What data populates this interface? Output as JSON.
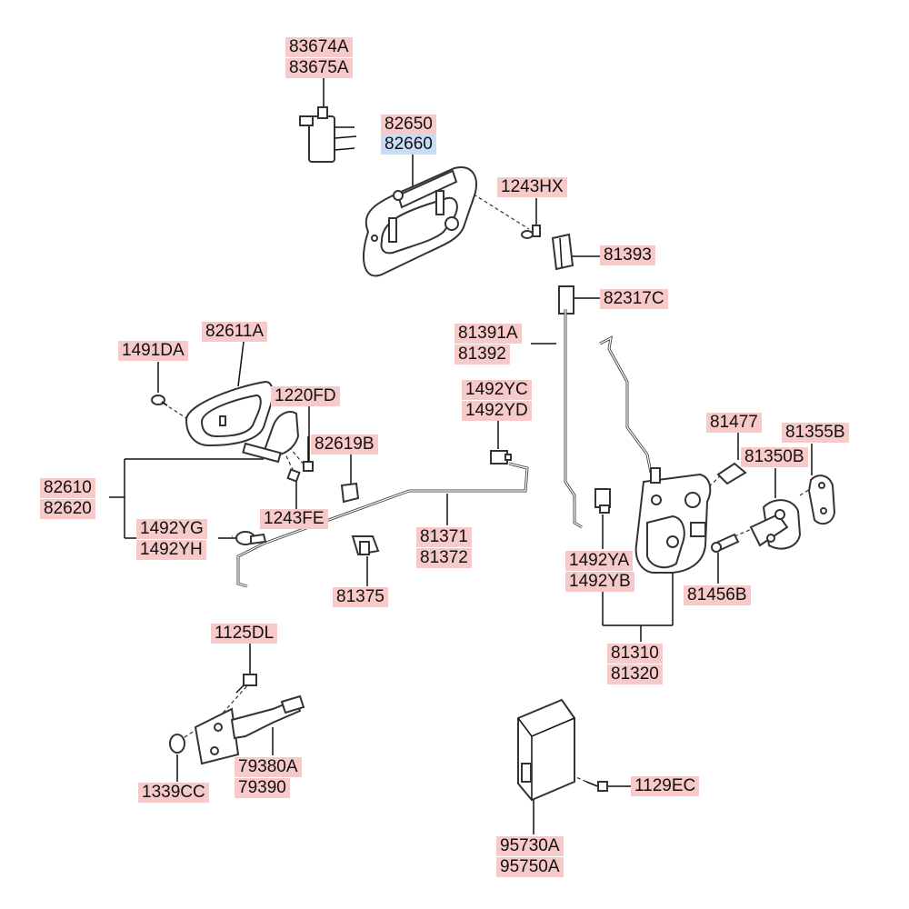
{
  "labels": {
    "p83674A": "83674A",
    "p83675A": "83675A",
    "p82650": "82650",
    "p82660": "82660",
    "p1243HX": "1243HX",
    "p81393": "81393",
    "p82317C": "82317C",
    "p81391A": "81391A",
    "p81392": "81392",
    "p82611A": "82611A",
    "p1491DA": "1491DA",
    "p1220FD": "1220FD",
    "p1492YC": "1492YC",
    "p1492YD": "1492YD",
    "p82619B": "82619B",
    "p82610": "82610",
    "p82620": "82620",
    "p1243FE": "1243FE",
    "p1492YG": "1492YG",
    "p1492YH": "1492YH",
    "p81371": "81371",
    "p81372": "81372",
    "p81375": "81375",
    "p81477": "81477",
    "p81355B": "81355B",
    "p81350B": "81350B",
    "p1492YA": "1492YA",
    "p1492YB": "1492YB",
    "p81456B": "81456B",
    "p81310": "81310",
    "p81320": "81320",
    "p1125DL": "1125DL",
    "p79380A": "79380A",
    "p79390": "79390",
    "p1339CC": "1339CC",
    "p1129EC": "1129EC",
    "p95730A": "95730A",
    "p95750A": "95750A"
  },
  "colors": {
    "label_background": "#f7c9c9",
    "selected_label_background": "#c9dcf5",
    "line": "#111111"
  }
}
